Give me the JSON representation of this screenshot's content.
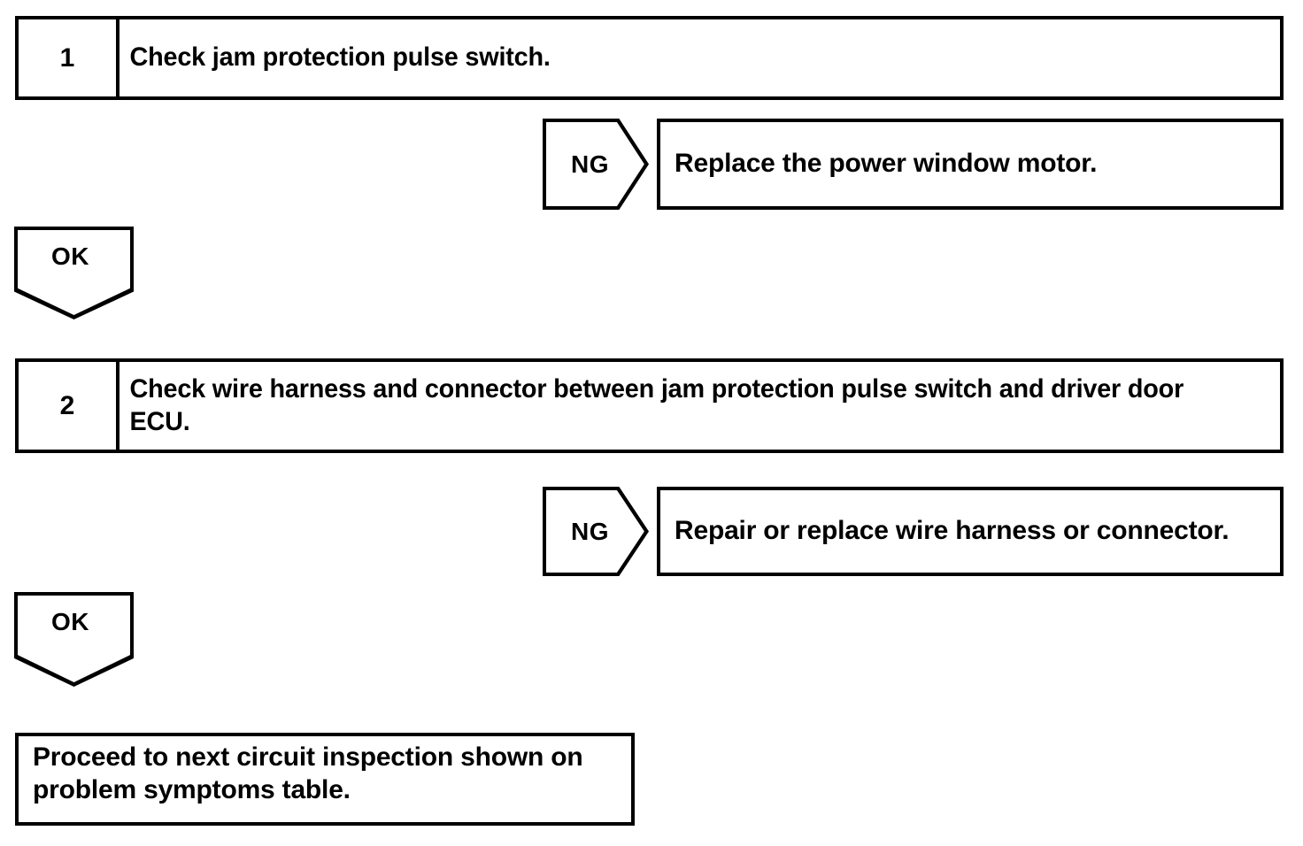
{
  "diagram": {
    "type": "troubleshooting-flowchart",
    "steps": [
      {
        "number": "1",
        "instruction": "Check jam protection pulse switch.",
        "ng": {
          "label": "NG",
          "action": "Replace the power window motor."
        },
        "ok": {
          "label": "OK"
        }
      },
      {
        "number": "2",
        "instruction": "Check wire harness and connector between jam protection pulse switch and driver door ECU.",
        "ng": {
          "label": "NG",
          "action": "Repair or replace wire harness or connector."
        },
        "ok": {
          "label": "OK"
        }
      }
    ],
    "final": {
      "line1": "Proceed to next circuit inspection shown on",
      "line2": "problem symptoms table."
    },
    "colors": {
      "ink": "#000000",
      "paper": "#ffffff"
    }
  }
}
